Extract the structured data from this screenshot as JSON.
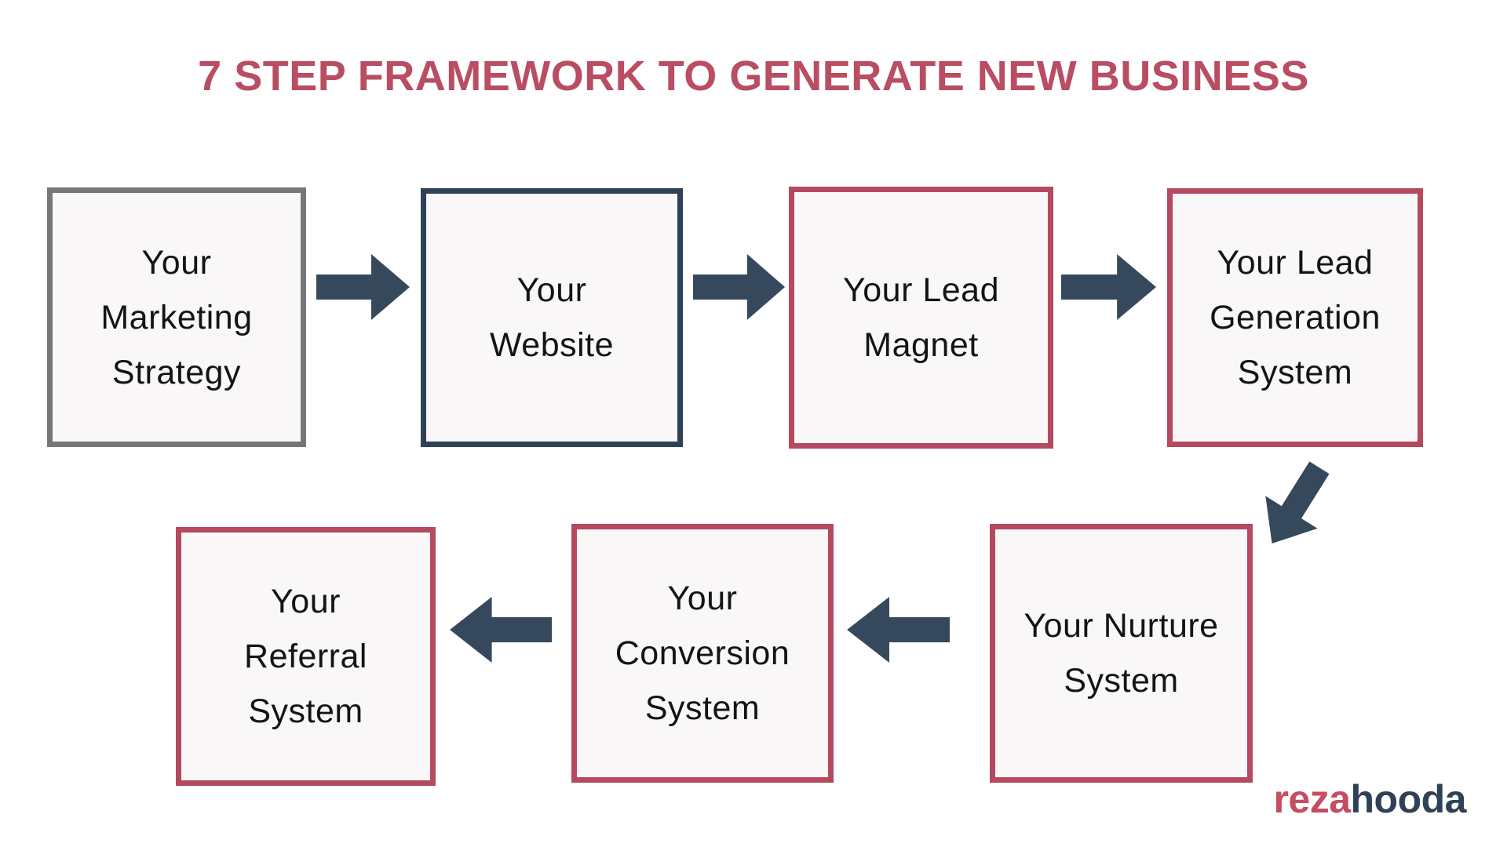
{
  "title": "7 STEP FRAMEWORK TO GENERATE NEW BUSINESS",
  "colors": {
    "page_background": "#ffffff",
    "title": "#b94d62",
    "crimson": "#b5495f",
    "navy_border": "#2e4156",
    "gray_border": "#76777a",
    "arrow": "#36495c",
    "box_background": "#f9f7f7",
    "text": "#141414",
    "logo_reza": "#c44e62",
    "logo_hooda": "#2e4156"
  },
  "steps": [
    {
      "id": 1,
      "label": "Your\nMarketing\nStrategy",
      "border": "#76777a"
    },
    {
      "id": 2,
      "label": "Your\nWebsite",
      "border": "#2e4156"
    },
    {
      "id": 3,
      "label": "Your Lead\nMagnet",
      "border": "#b5495f"
    },
    {
      "id": 4,
      "label": "Your Lead\nGeneration\nSystem",
      "border": "#b5495f"
    },
    {
      "id": 5,
      "label": "Your Nurture\nSystem",
      "border": "#b5495f"
    },
    {
      "id": 6,
      "label": "Your\nConversion\nSystem",
      "border": "#b5495f"
    },
    {
      "id": 7,
      "label": "Your\nReferral\nSystem",
      "border": "#b5495f"
    }
  ],
  "flow": {
    "arrow_directions": [
      "right",
      "right",
      "right",
      "down-left",
      "left",
      "left"
    ]
  },
  "logo": {
    "part1": "reza",
    "part2": "hooda"
  }
}
